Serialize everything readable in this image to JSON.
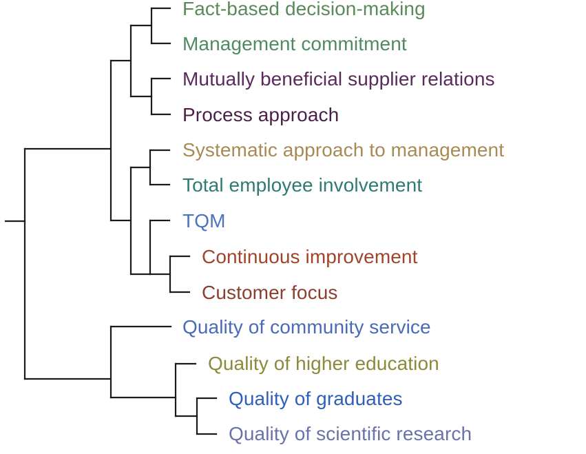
{
  "leaves": [
    {
      "label": "Fact-based decision-making",
      "color": "#5a8a5a"
    },
    {
      "label": "Management commitment",
      "color": "#4f8a63"
    },
    {
      "label": "Mutually beneficial supplier relations",
      "color": "#5a2a5c"
    },
    {
      "label": "Process approach",
      "color": "#4a1f4a"
    },
    {
      "label": "Systematic approach to management",
      "color": "#a88a55"
    },
    {
      "label": "Total employee involvement",
      "color": "#2f7a72"
    },
    {
      "label": "TQM",
      "color": "#4a73c2"
    },
    {
      "label": "Continuous improvement",
      "color": "#a0442b"
    },
    {
      "label": "Customer focus",
      "color": "#8a4030"
    },
    {
      "label": "Quality of community service",
      "color": "#4a6ab8"
    },
    {
      "label": "Quality of higher education",
      "color": "#8a8a3a"
    },
    {
      "label": "Quality of graduates",
      "color": "#2f5fb8"
    },
    {
      "label": "Quality of scientific research",
      "color": "#6a72a8"
    }
  ]
}
